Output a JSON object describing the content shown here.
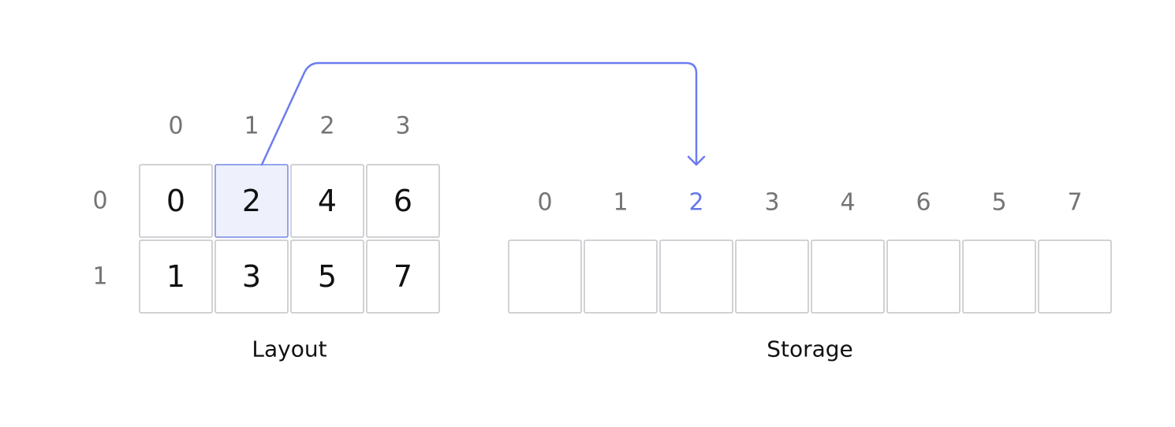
{
  "layout": {
    "caption": "Layout",
    "col_indices": [
      "0",
      "1",
      "2",
      "3"
    ],
    "row_indices": [
      "0",
      "1"
    ],
    "cells": [
      [
        "0",
        "2",
        "4",
        "6"
      ],
      [
        "1",
        "3",
        "5",
        "7"
      ]
    ],
    "highlight": {
      "row": 0,
      "col": 1
    }
  },
  "storage": {
    "caption": "Storage",
    "indices": [
      "0",
      "1",
      "2",
      "3",
      "4",
      "6",
      "5",
      "7"
    ],
    "highlight_index": 2
  },
  "colors": {
    "accent": "#6c7df0",
    "highlight_fill": "#eef1fc",
    "cell_border": "#c4c4c8",
    "index_text": "#747474",
    "value_text": "#111111"
  }
}
